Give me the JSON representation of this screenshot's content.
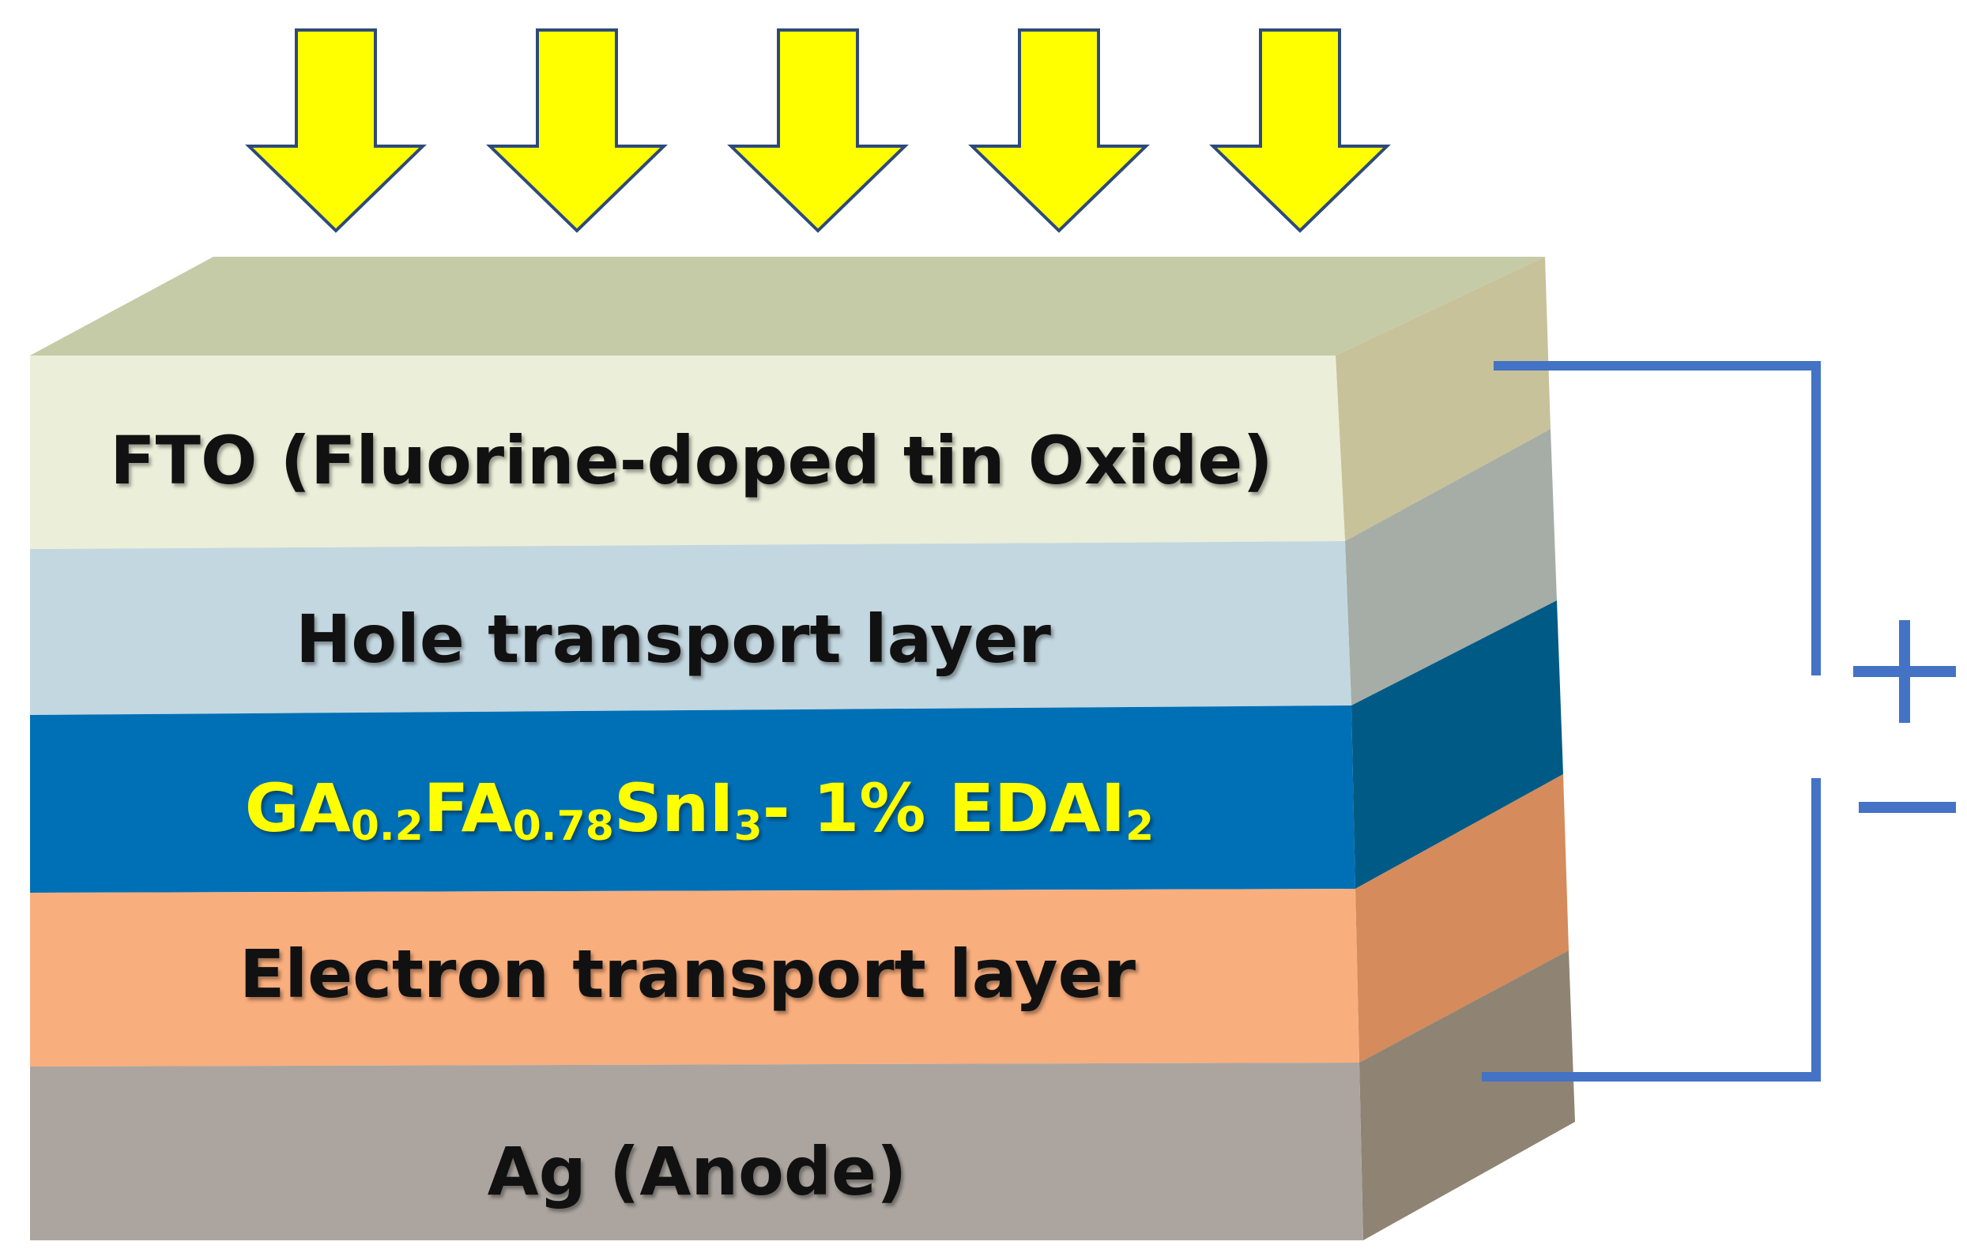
{
  "light_arrows": {
    "count": 5,
    "fill_color": "#FFFF00",
    "stroke_color": "#2E4A7A",
    "icon": "down-arrow-icon"
  },
  "layers": [
    {
      "id": "fto",
      "label": "FTO (Fluorine-doped tin Oxide)",
      "front_color": "#EBEED8",
      "side_color": "#C7C29A",
      "text_color": "#111111"
    },
    {
      "id": "htl",
      "label": "Hole transport layer",
      "front_color": "#C3D7E0",
      "side_color": "#A6ADA6",
      "text_color": "#111111"
    },
    {
      "id": "absorber",
      "front_color": "#0070B6",
      "side_color": "#005A86",
      "text_color": "#FFFF00",
      "formula": {
        "p1": "GA",
        "s1": "0.2",
        "p2": "FA",
        "s2": "0.78",
        "p3": "SnI",
        "s3": "3",
        "p4": "- 1% EDAI",
        "s4": "2"
      }
    },
    {
      "id": "etl",
      "label": "Electron transport layer",
      "front_color": "#F9AE7D",
      "side_color": "#D58B5B",
      "text_color": "#111111"
    },
    {
      "id": "ag",
      "label": "Ag (Anode)",
      "front_color": "#ACA59F",
      "side_color": "#8F8474",
      "text_color": "#111111"
    }
  ],
  "top_face_color": "#C5CBA6",
  "circuit": {
    "wire_color": "#4472C4",
    "plus_symbol": "+",
    "minus_symbol": "−"
  }
}
